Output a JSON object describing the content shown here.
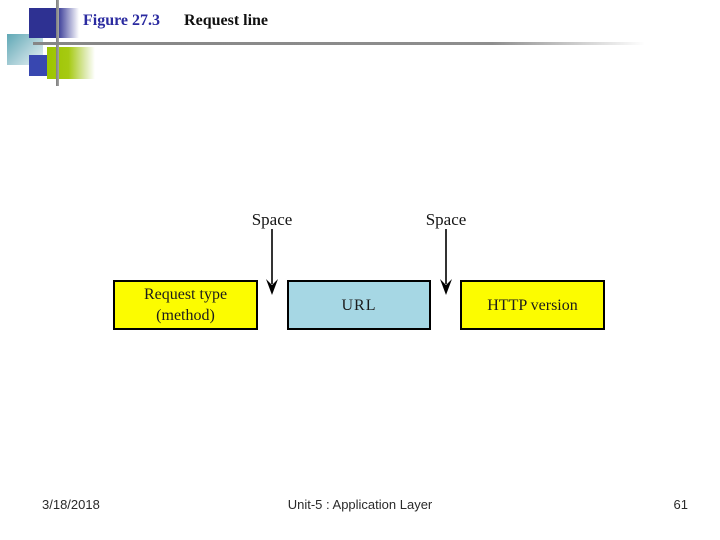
{
  "title": {
    "figure_label": "Figure 27.3",
    "figure_name": "Request line"
  },
  "diagram": {
    "space_labels": [
      "Space",
      "Space"
    ],
    "boxes": [
      {
        "line1": "Request type",
        "line2": "(method)",
        "fill": "#fcfc00"
      },
      {
        "line1": "URL",
        "line2": "",
        "fill": "#a6d7e4"
      },
      {
        "line1": "HTTP version",
        "line2": "",
        "fill": "#fcfc00"
      }
    ]
  },
  "footer": {
    "date": "3/18/2018",
    "center_text": "Unit-5 : Application Layer",
    "page_number": "61"
  },
  "colors": {
    "title_blue": "#2b2ba0",
    "box_yellow": "#fcfc00",
    "box_blue": "#a6d7e4",
    "line_gray": "#8e8e8e",
    "navy_square": "#2e3192",
    "teal_square": "#5fa8b5",
    "green_square": "#9cc400",
    "royal_square": "#3847b0",
    "arrow_black": "#000000"
  }
}
